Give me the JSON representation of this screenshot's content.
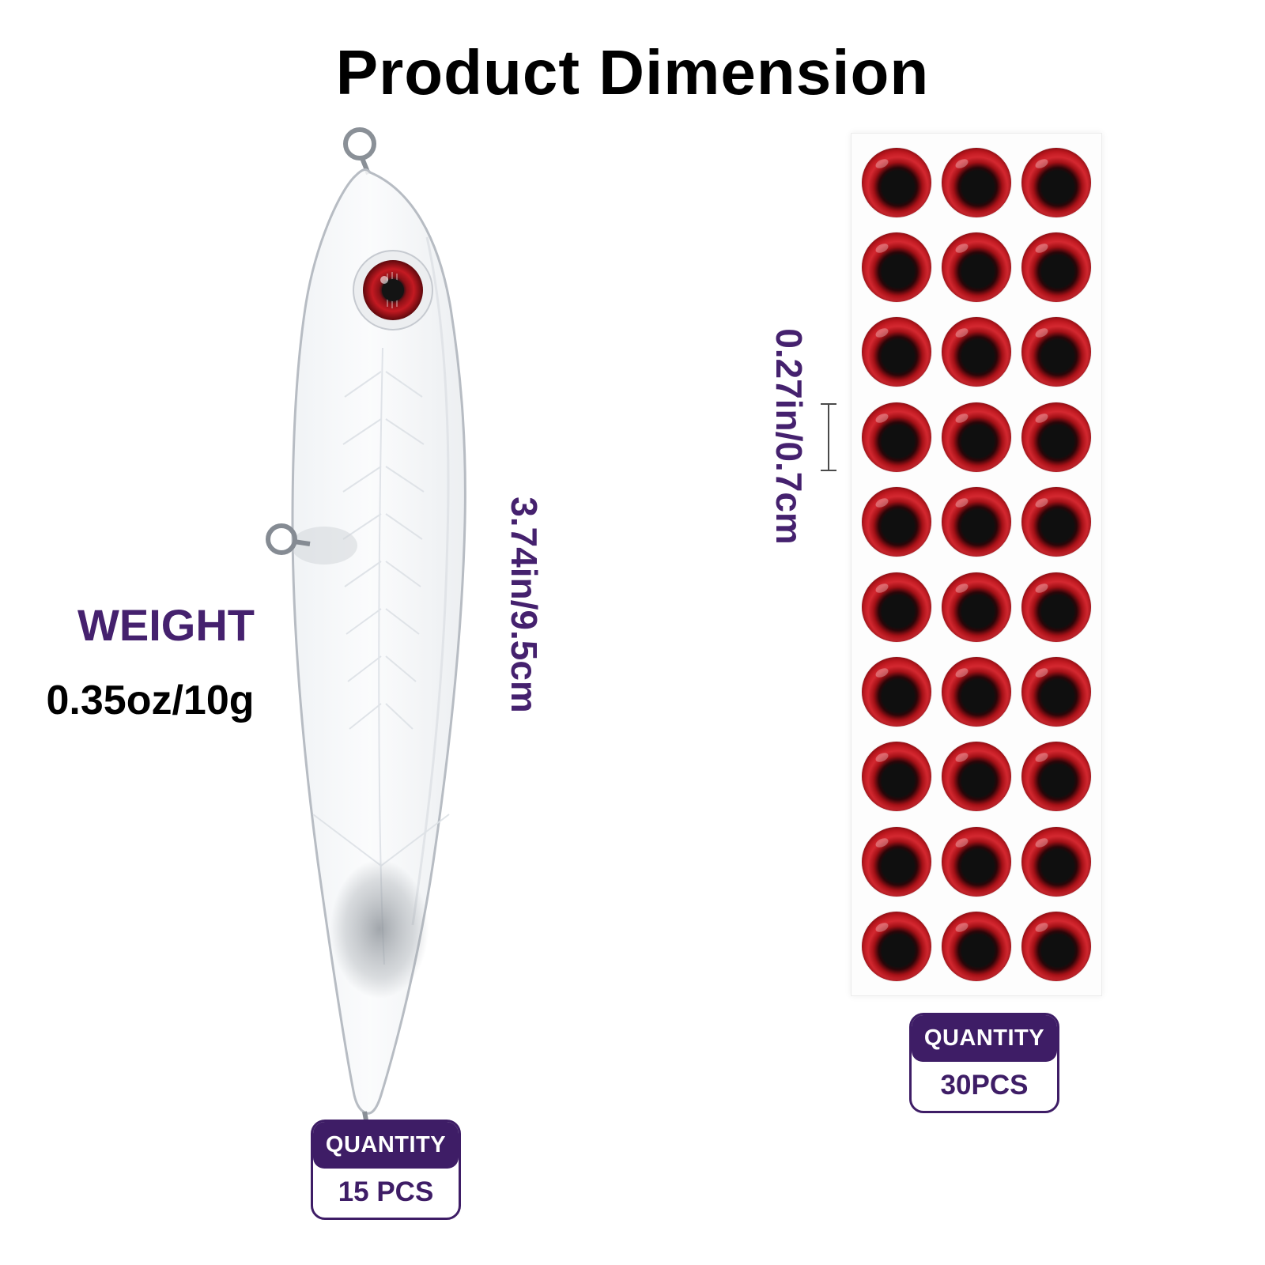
{
  "title": "Product Dimension",
  "colors": {
    "accent_purple": "#45216E",
    "badge_purple": "#3E1D66",
    "eye_red": "#C41A22",
    "eye_pupil": "#141414",
    "text_black": "#000000"
  },
  "lure": {
    "weight_label": "WEIGHT",
    "weight_value": "0.35oz/10g",
    "length_dimension": "3.74in/9.5cm",
    "quantity_label": "QUANTITY",
    "quantity_value": "15 PCS",
    "description": "clear unpainted pencil lure blank with three wire eyelets and red 3D eye"
  },
  "eye_sheet": {
    "diameter_dimension": "0.27in/0.7cm",
    "quantity_label": "QUANTITY",
    "quantity_value": "30PCS",
    "eye_count": 30,
    "grid_columns": 3,
    "grid_rows": 10,
    "description": "sticker sheet of 30 red 3D fishing lure eyes"
  }
}
